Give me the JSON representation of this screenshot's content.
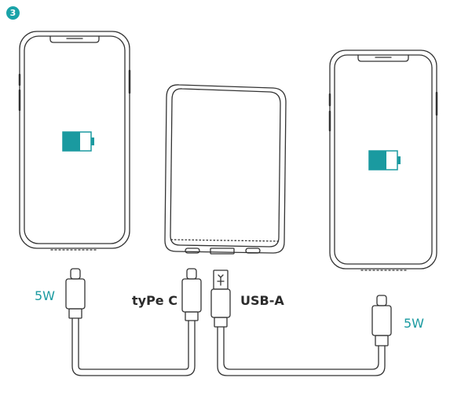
{
  "step": {
    "number": "3"
  },
  "labels": {
    "left_power": "5W",
    "type_c": "tyPe C",
    "usb_a": "USB-A",
    "right_power": "5W"
  },
  "colors": {
    "accent": "#1a9aa0",
    "outline": "#333333",
    "background": "#ffffff"
  },
  "icons": [
    "phone-icon",
    "battery-icon",
    "power-bank-icon",
    "usb-c-connector-icon",
    "usb-a-connector-icon"
  ]
}
